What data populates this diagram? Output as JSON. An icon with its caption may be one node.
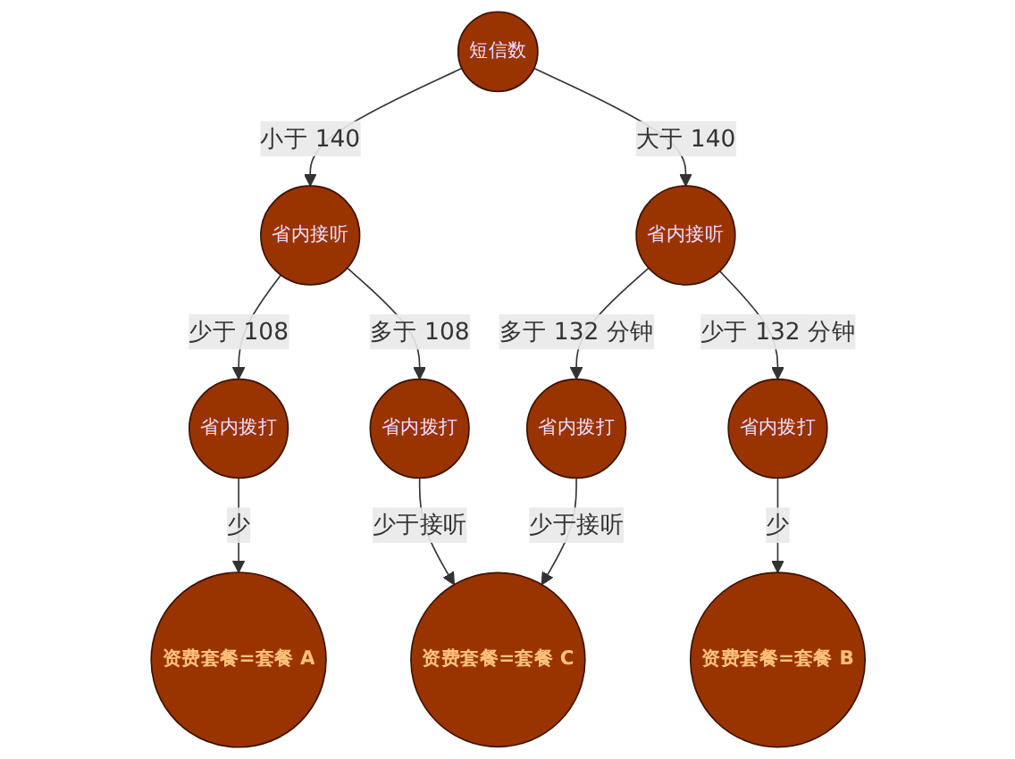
{
  "diagram": {
    "nodes": [
      {
        "text": [
          "短信数"
        ]
      },
      {
        "text": [
          "省内接听"
        ]
      },
      {
        "text": [
          "省内接听"
        ]
      },
      {
        "text": [
          "省内拨打"
        ]
      },
      {
        "text": [
          "省内拨打"
        ]
      },
      {
        "text": [
          "省内拨打"
        ]
      },
      {
        "text": [
          "省内拨打"
        ]
      },
      {
        "text": [
          "资费套餐=套餐 A"
        ]
      },
      {
        "text": [
          "资费套餐=套餐 C"
        ]
      },
      {
        "text": [
          "资费套餐=套餐 B"
        ]
      }
    ],
    "edges": [
      {
        "from": 0,
        "to": 1,
        "arrow": "to",
        "label": "小于 140"
      },
      {
        "from": 0,
        "to": 2,
        "arrow": "to",
        "label": "大于 140"
      },
      {
        "from": 1,
        "to": 3,
        "arrow": "to",
        "label": "少于 108"
      },
      {
        "from": 1,
        "to": 4,
        "arrow": "to",
        "label": "多于 108"
      },
      {
        "from": 2,
        "to": 5,
        "arrow": "to",
        "label": "多于 132 分钟"
      },
      {
        "from": 2,
        "to": 6,
        "arrow": "to",
        "label": "少于 132 分钟"
      },
      {
        "from": 3,
        "to": 7,
        "arrow": "to",
        "label": "少"
      },
      {
        "from": 4,
        "to": 8,
        "arrow": "to",
        "label": "少于接听"
      },
      {
        "from": 5,
        "to": 8,
        "arrow": "to",
        "label": "少于接听"
      },
      {
        "from": 6,
        "to": 9,
        "arrow": "to",
        "label": "少"
      }
    ]
  }
}
